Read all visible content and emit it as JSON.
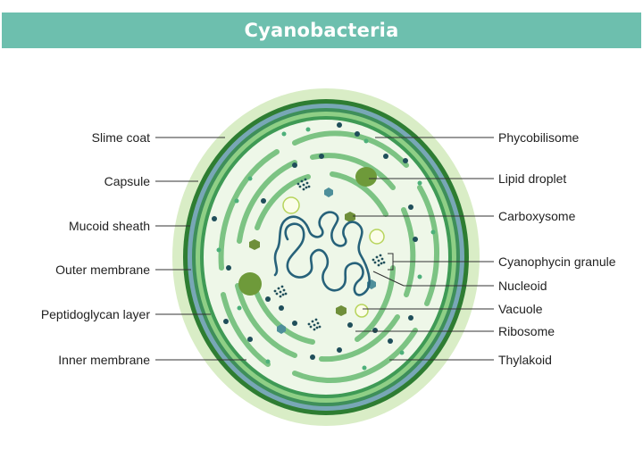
{
  "title": "Cyanobacteria",
  "labels": {
    "left": [
      "Slime coat",
      "Capsule",
      "Mucoid sheath",
      "Outer membrane",
      "Peptidoglycan layer",
      "Inner membrane"
    ],
    "right": [
      "Phycobilisome",
      "Lipid droplet",
      "Carboxysome",
      "Cyanophycin granule",
      "Nucleoid",
      "Vacuole",
      "Ribosome",
      "Thylakoid"
    ]
  },
  "colors": {
    "banner": "#6dbfae",
    "slime_coat": "#d6ebc2",
    "capsule": "#2e7d32",
    "sheath": "#7aa9b8",
    "cytoplasm": "#eef7e8",
    "thylakoid": "#7cc383",
    "lipid_droplet": "#6e9a3a",
    "ribosome": "#1f4e5a",
    "nucleoid": "#27627a"
  }
}
